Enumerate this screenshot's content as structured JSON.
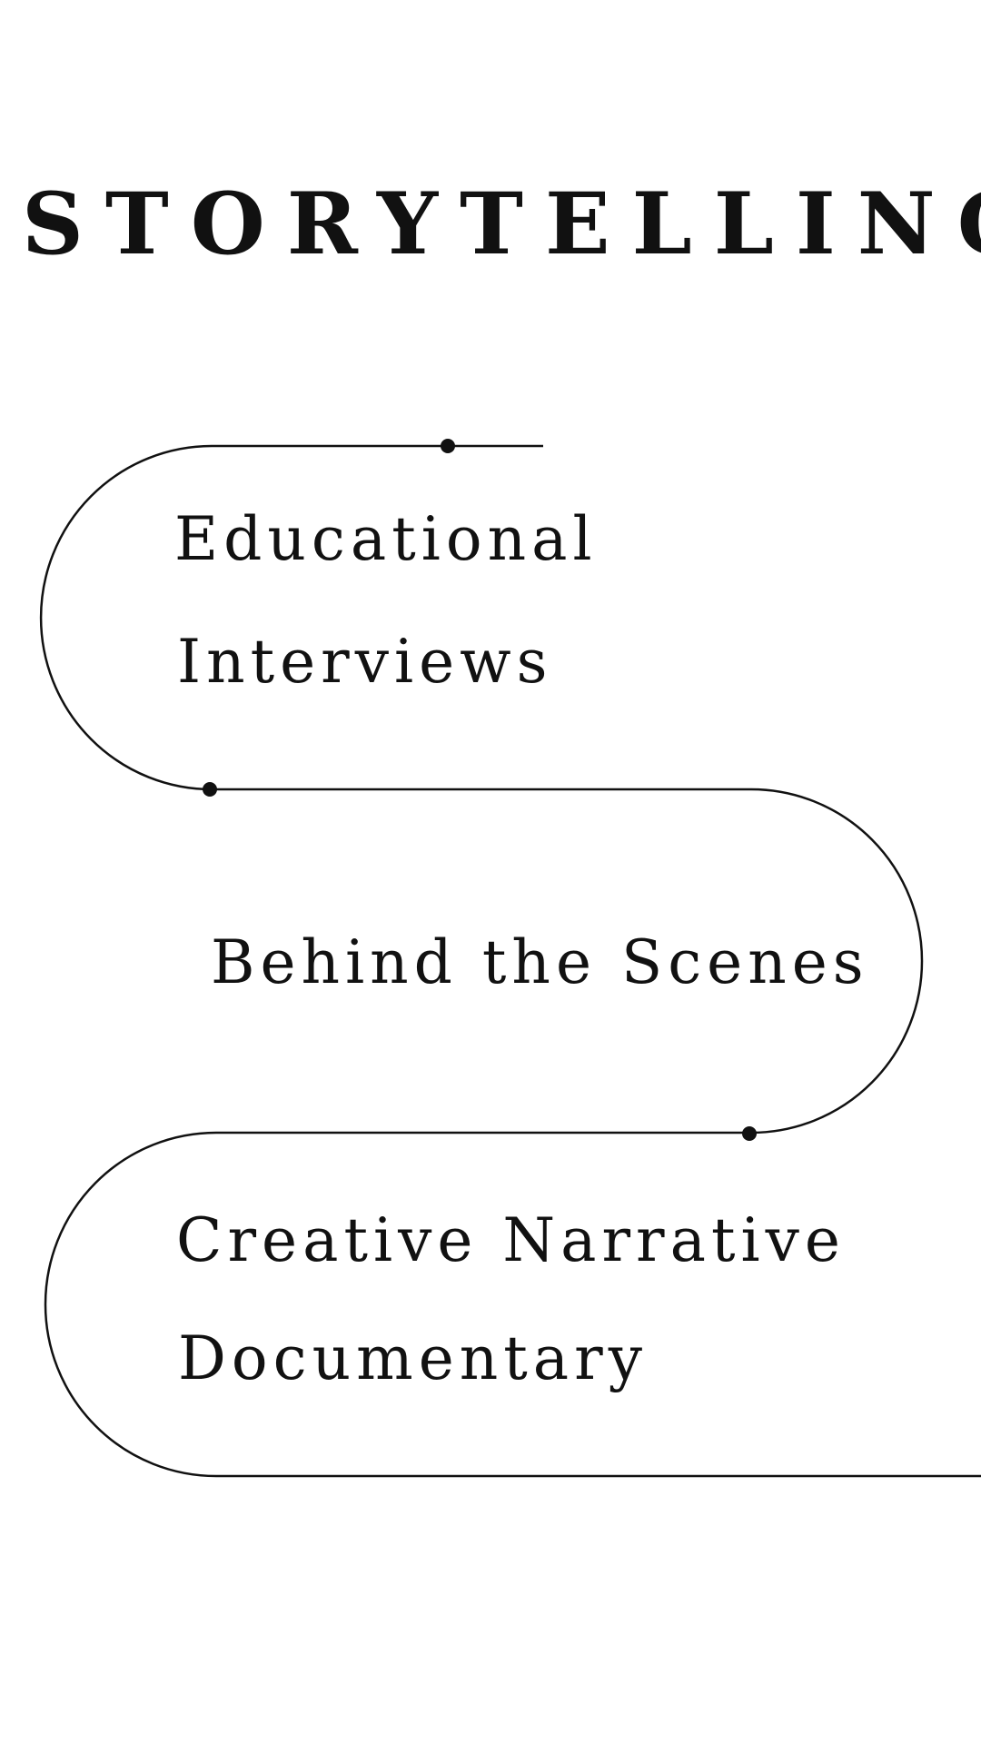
{
  "title": "STORYTELLING",
  "items": [
    {
      "label": "Educational"
    },
    {
      "label": "Interviews"
    },
    {
      "label": "Behind the Scenes"
    },
    {
      "label": "Creative Narrative"
    },
    {
      "label": "Documentary"
    }
  ],
  "colors": {
    "background": "#ffffff",
    "text": "#111111",
    "line": "#111111"
  }
}
